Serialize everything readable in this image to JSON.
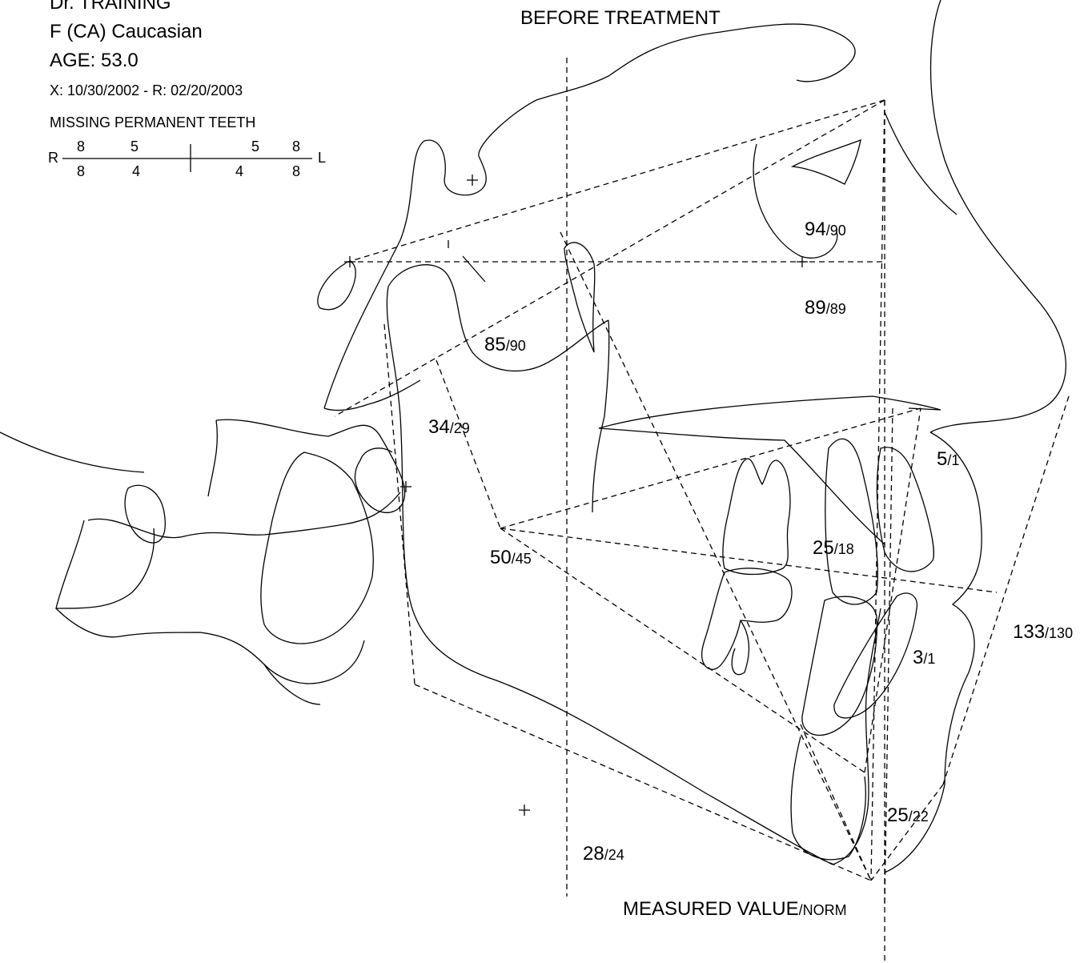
{
  "header": {
    "doctor": "Dr. TRAINING",
    "patient_sex_ethnicity": "F (CA) Caucasian",
    "age": "AGE:  53.0",
    "dates": "X: 10/30/2002 - R: 02/20/2003",
    "missing_teeth_label": "MISSING PERMANENT TEETH"
  },
  "tooth_chart": {
    "right_label": "R",
    "left_label": "L",
    "upper_right": [
      "8",
      "5"
    ],
    "upper_left": [
      "5",
      "8"
    ],
    "lower_right": [
      "8",
      "4"
    ],
    "lower_left": [
      "4",
      "8"
    ]
  },
  "title": "BEFORE TREATMENT",
  "measurements": [
    {
      "value": "94",
      "norm": "/90"
    },
    {
      "value": "89",
      "norm": "/89"
    },
    {
      "value": "85",
      "norm": "/90"
    },
    {
      "value": "34",
      "norm": "/29"
    },
    {
      "value": "5",
      "norm": "/1"
    },
    {
      "value": "25",
      "norm": "/18"
    },
    {
      "value": "50",
      "norm": "/45"
    },
    {
      "value": "133",
      "norm": "/130"
    },
    {
      "value": "3",
      "norm": "/1"
    },
    {
      "value": "25",
      "norm": "/22"
    },
    {
      "value": "28",
      "norm": "/24"
    }
  ],
  "legend": {
    "value_label": "MEASURED VALUE",
    "norm_label": "/NORM"
  },
  "colors": {
    "line": "#000000",
    "background": "#ffffff"
  }
}
